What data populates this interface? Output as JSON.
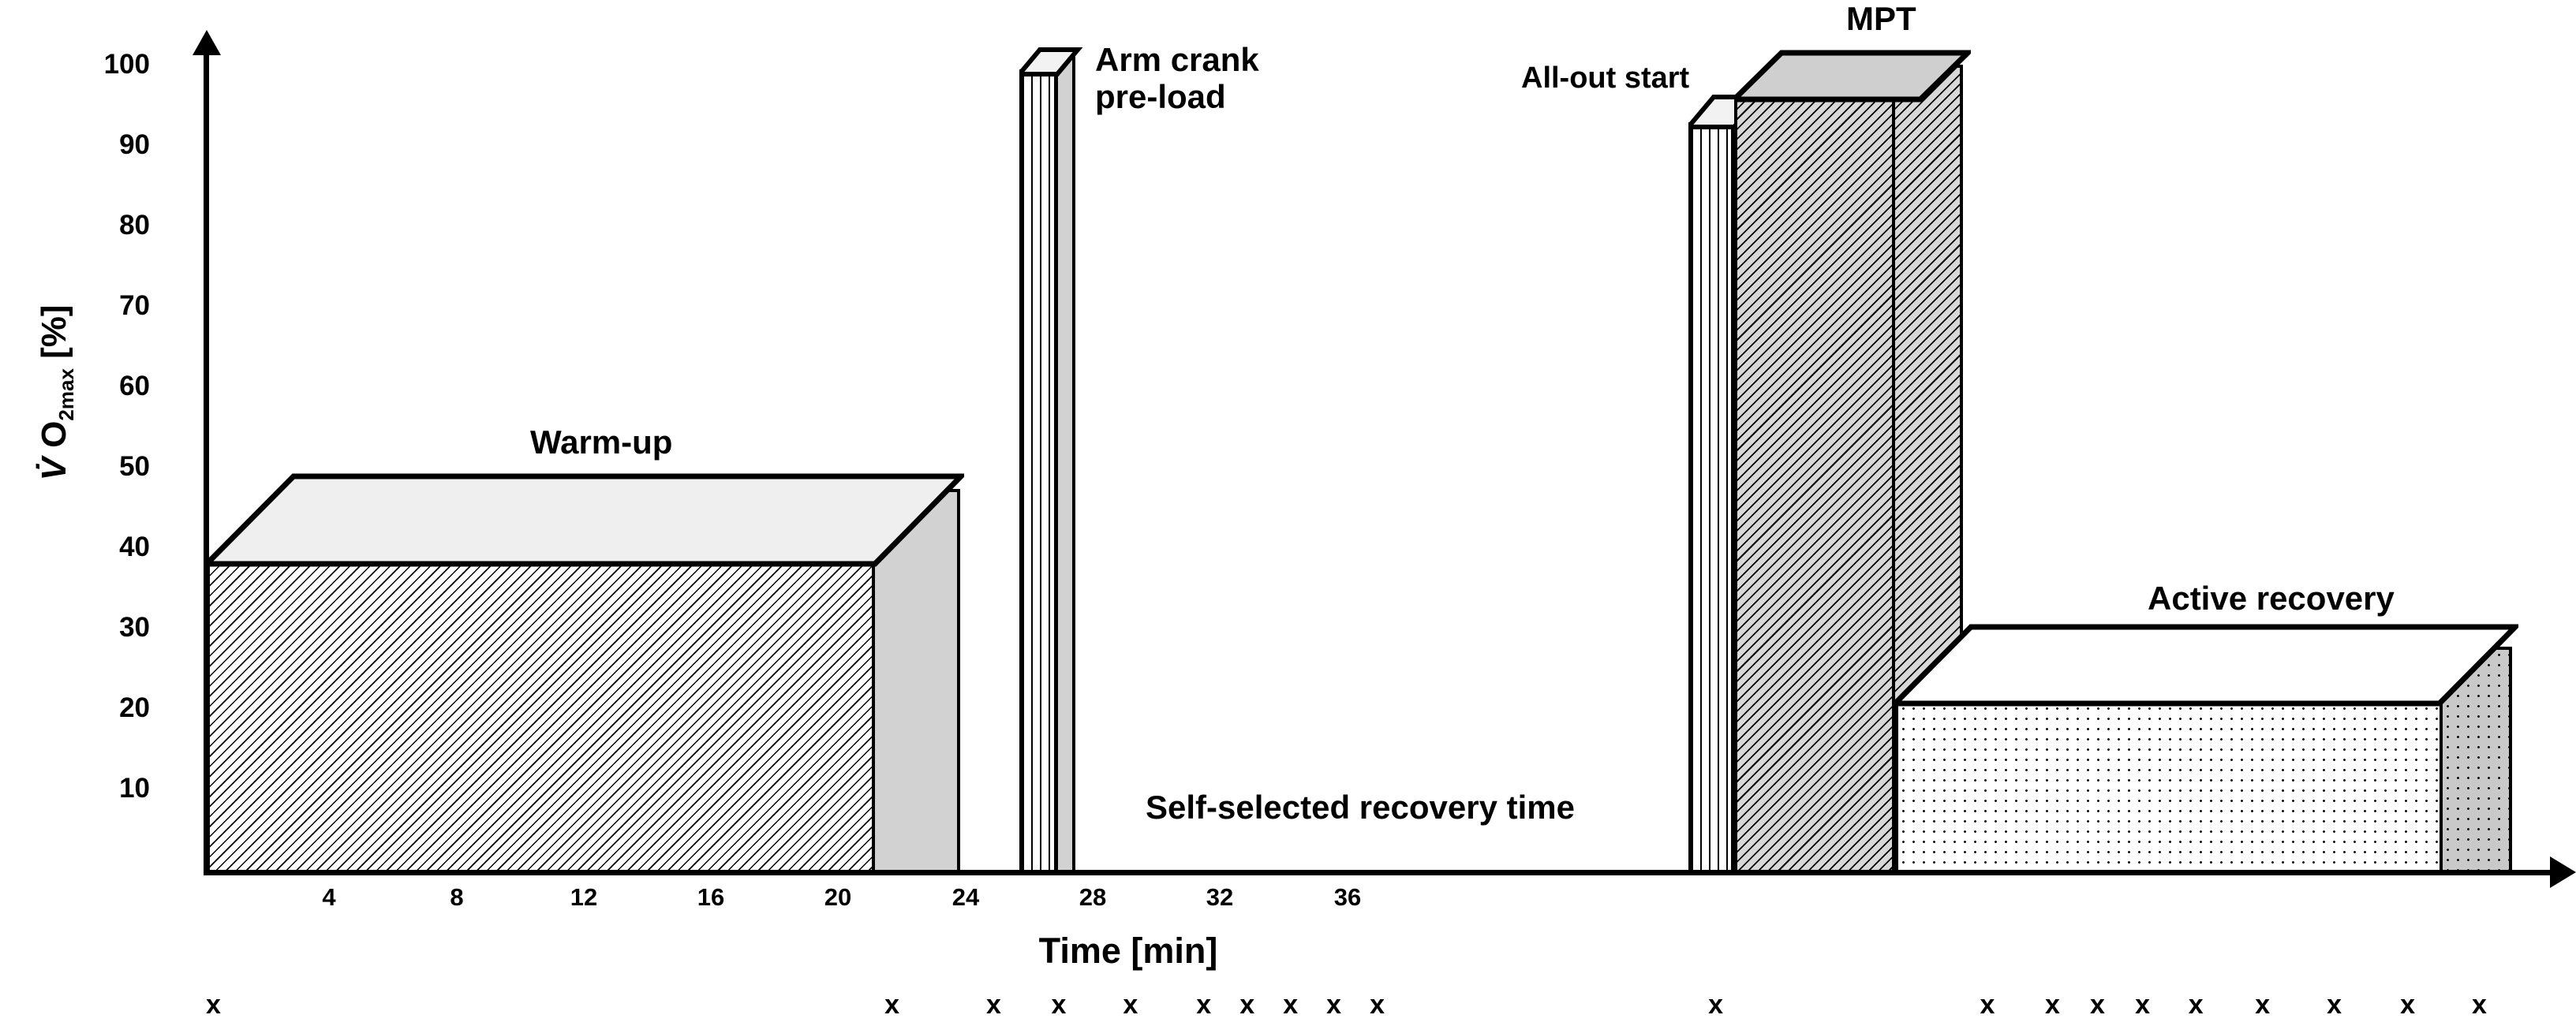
{
  "chart_data": {
    "type": "bar",
    "title": "",
    "xlabel": "Time [min]",
    "ylabel": "V̇ O2max [%]",
    "ylim": [
      0,
      105
    ],
    "yticks": [
      10,
      20,
      30,
      40,
      50,
      60,
      70,
      80,
      90,
      100
    ],
    "xticks": [
      4,
      8,
      12,
      16,
      20,
      24,
      28,
      32,
      36
    ],
    "grid": false,
    "legend": "none",
    "annotations": [
      "Warm-up",
      "Arm crank\npre-load",
      "Self-selected recovery time",
      "All-out start",
      "MPT",
      "Active recovery"
    ],
    "bars": [
      {
        "label": "Warm-up",
        "x_start": 0,
        "x_end": 21,
        "value": 39,
        "fill": "diagonal-hatch"
      },
      {
        "label": "Arm crank pre-load",
        "x_start": 25.3,
        "x_end": 26.6,
        "value": 102,
        "fill": "vertical-hatch"
      },
      {
        "label": "All-out start",
        "x_start": 41.5,
        "x_end": 43.0,
        "value": 96,
        "fill": "vertical-hatch"
      },
      {
        "label": "MPT",
        "x_start": 43.0,
        "x_end": 47.5,
        "value": 102,
        "fill": "dark-diagonal-hatch"
      },
      {
        "label": "Active recovery",
        "x_start": 47.5,
        "x_end": 62.0,
        "value": 24,
        "fill": "dotted"
      }
    ]
  },
  "axis": {
    "y_label_main": "V",
    "y_label_dot": "̇",
    "y_label_o": "O",
    "y_label_sub": "2max",
    "y_label_unit": "[%]",
    "x_label": "Time [min]",
    "y_ticks": [
      "100",
      "90",
      "80",
      "70",
      "60",
      "50",
      "40",
      "30",
      "20",
      "10"
    ],
    "x_ticks": [
      "4",
      "8",
      "12",
      "16",
      "20",
      "24",
      "28",
      "32",
      "36"
    ]
  },
  "captions": {
    "warm_up": "Warm-up",
    "arm_crank": "Arm crank\npre-load",
    "recovery_time": "Self-selected recovery time",
    "all_out": "All-out start",
    "mpt": "MPT",
    "active_recovery": "Active recovery"
  },
  "sample_markers": {
    "symbol": "x",
    "positions": [
      128,
      535,
      596,
      635,
      678,
      722,
      748,
      774,
      800,
      826,
      1029,
      1192,
      1231,
      1258,
      1285,
      1317,
      1357,
      1400,
      1444,
      1487
    ]
  }
}
